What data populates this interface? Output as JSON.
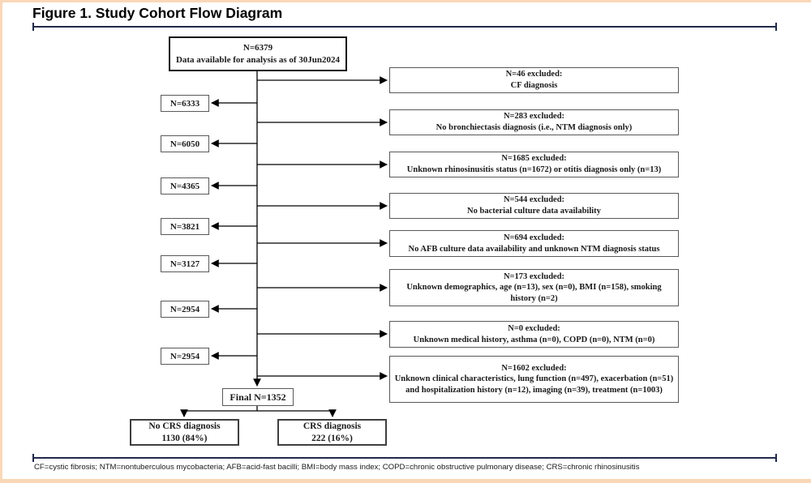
{
  "title": "Figure 1. Study Cohort Flow Diagram",
  "diagram": {
    "top_box": {
      "line1": "N=6379",
      "line2": "Data available for analysis as of 30Jun2024"
    },
    "left_boxes": [
      {
        "label": "N=6333"
      },
      {
        "label": "N=6050"
      },
      {
        "label": "N=4365"
      },
      {
        "label": "N=3821"
      },
      {
        "label": "N=3127"
      },
      {
        "label": "N=2954"
      },
      {
        "label": "N=2954"
      }
    ],
    "exclusion_boxes": [
      {
        "title": "N=46 excluded:",
        "detail": "CF diagnosis"
      },
      {
        "title": "N=283 excluded:",
        "detail": "No bronchiectasis diagnosis (i.e., NTM diagnosis only)"
      },
      {
        "title": "N=1685 excluded:",
        "detail": "Unknown rhinosinusitis status (n=1672) or otitis diagnosis only (n=13)"
      },
      {
        "title": "N=544 excluded:",
        "detail": "No bacterial culture data availability"
      },
      {
        "title": "N=694 excluded:",
        "detail": "No AFB culture data availability and unknown NTM diagnosis status"
      },
      {
        "title": "N=173 excluded:",
        "detail": "Unknown demographics, age (n=13), sex (n=0), BMI (n=158), smoking history (n=2)"
      },
      {
        "title": "N=0 excluded:",
        "detail": "Unknown medical history, asthma (n=0), COPD (n=0), NTM (n=0)"
      },
      {
        "title": "N=1602 excluded:",
        "detail": "Unknown clinical characteristics,  lung function (n=497), exacerbation (n=51) and hospitalization history (n=12), imaging (n=39), treatment (n=1003)"
      }
    ],
    "final_box": {
      "label": "Final N=1352"
    },
    "outcome_boxes": [
      {
        "line1": "No CRS diagnosis",
        "line2": "1130 (84%)"
      },
      {
        "line1": "CRS diagnosis",
        "line2": "222 (16%)"
      }
    ]
  },
  "footnote": "CF=cystic fibrosis; NTM=nontuberculous mycobacteria; AFB=acid-fast bacilli; BMI=body mass index; COPD=chronic obstructive pulmonary disease; CRS=chronic rhinosinusitis",
  "colors": {
    "accent_line": "#202a4a",
    "slide_frame": "#f9d8b8",
    "box_border": "#595959"
  }
}
